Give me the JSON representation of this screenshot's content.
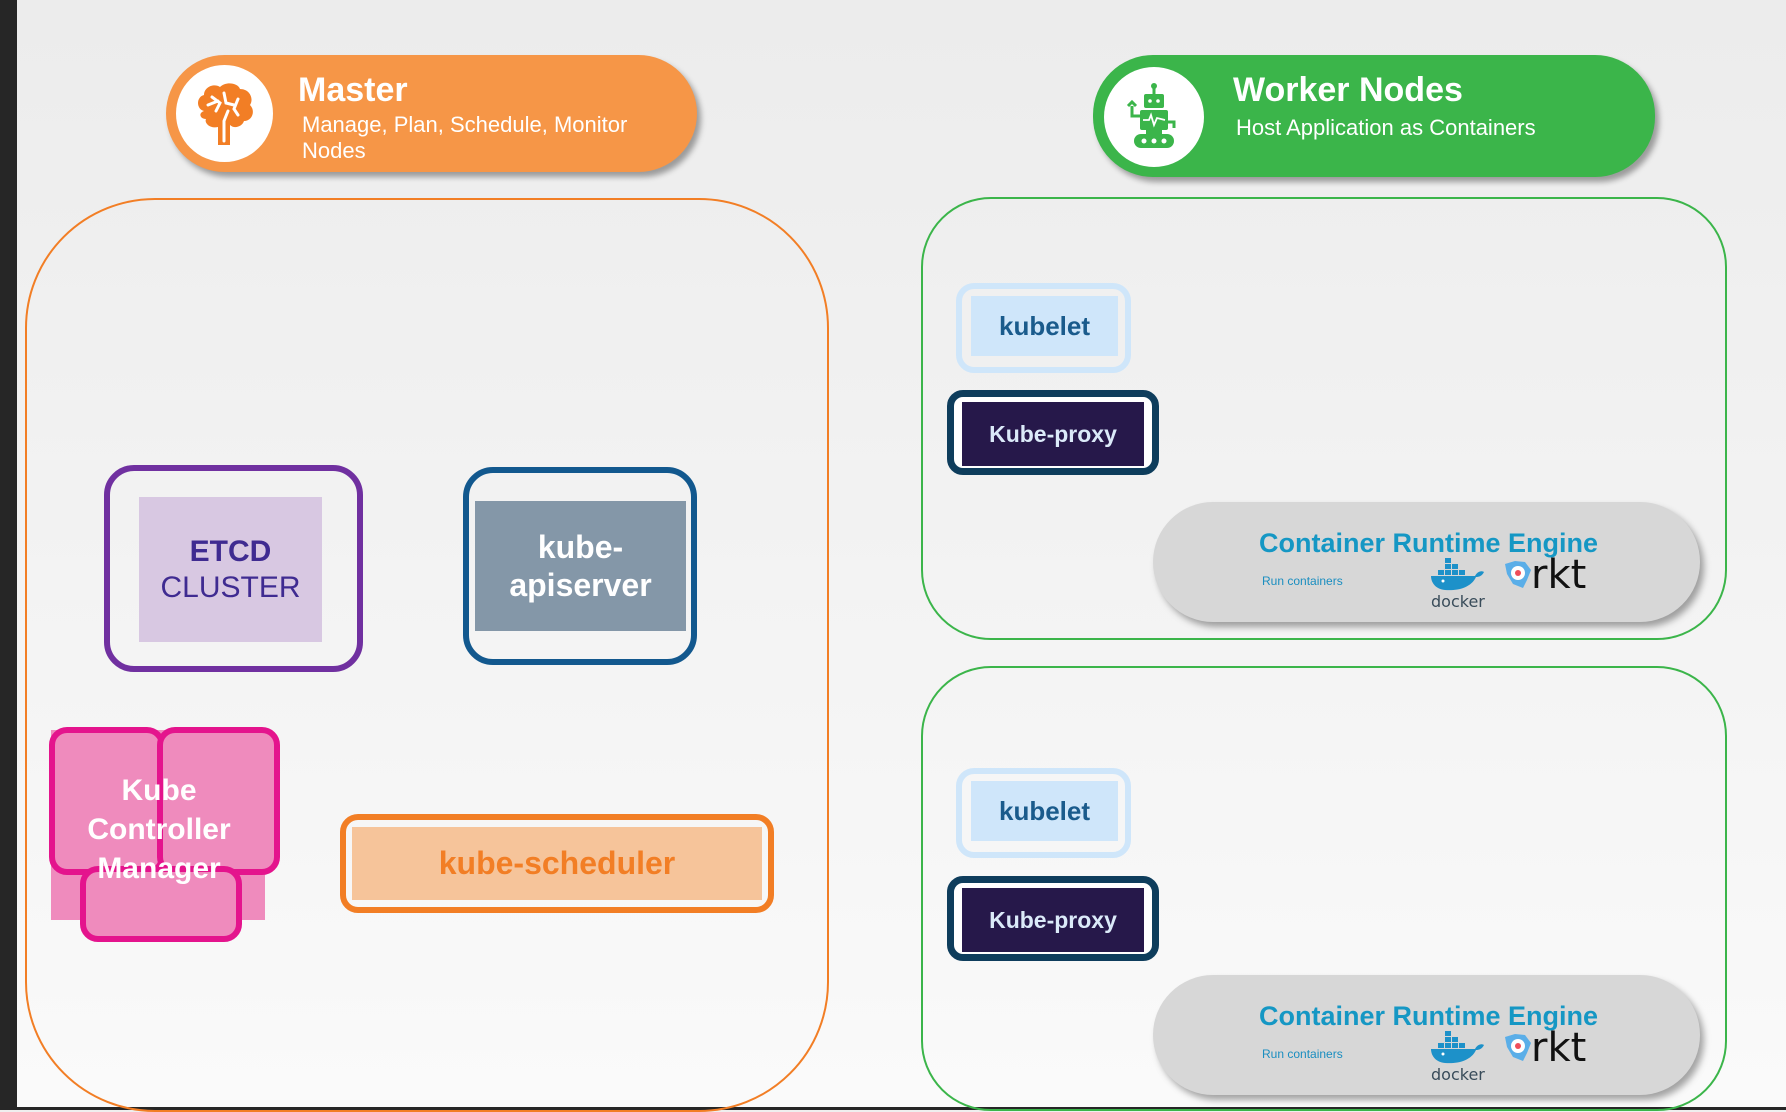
{
  "master": {
    "header": {
      "icon": "brain-icon",
      "title": "Master",
      "subtitle": "Manage, Plan, Schedule, Monitor Nodes",
      "color": "#f69647"
    },
    "components": {
      "etcd": {
        "line1": "ETCD",
        "line2": "CLUSTER"
      },
      "apiserver": {
        "line1": "kube-",
        "line2": "apiserver"
      },
      "controller": {
        "line1": "Kube",
        "line2": "Controller",
        "line3": "Manager"
      },
      "scheduler": {
        "label": "kube-scheduler"
      }
    },
    "border_color": "#f27e25"
  },
  "worker": {
    "header": {
      "icon": "robot-icon",
      "title": "Worker Nodes",
      "subtitle": "Host Application as Containers",
      "color": "#3bb54a"
    },
    "nodes": [
      {
        "kubelet": "kubelet",
        "proxy": "Kube-proxy",
        "runtime": {
          "title": "Container Runtime Engine",
          "subtitle": "Run containers",
          "logos": [
            "docker",
            "rkt"
          ]
        }
      },
      {
        "kubelet": "kubelet",
        "proxy": "Kube-proxy",
        "runtime": {
          "title": "Container Runtime Engine",
          "subtitle": "Run containers",
          "logos": [
            "docker",
            "rkt"
          ]
        }
      }
    ]
  }
}
